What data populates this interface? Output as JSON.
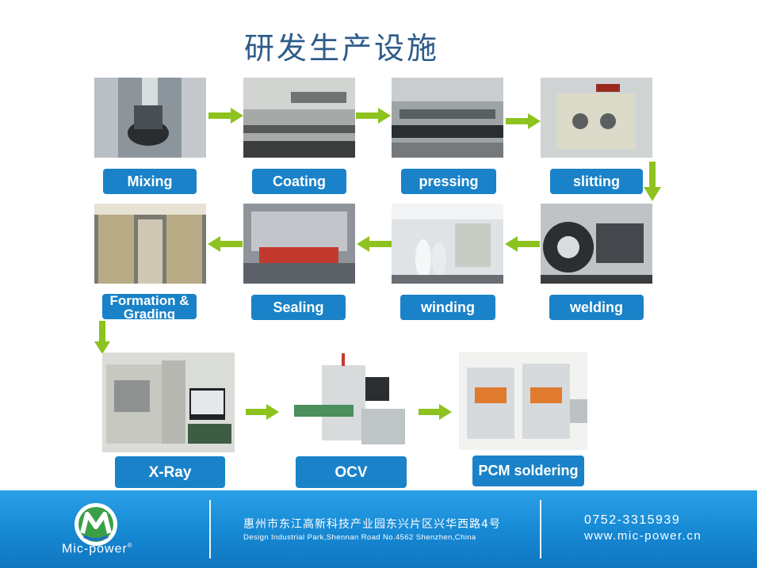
{
  "title": "研发生产设施",
  "steps": [
    {
      "id": "mixing",
      "label": "Mixing"
    },
    {
      "id": "coating",
      "label": "Coating"
    },
    {
      "id": "pressing",
      "label": "pressing"
    },
    {
      "id": "slitting",
      "label": "slitting"
    },
    {
      "id": "welding",
      "label": "welding"
    },
    {
      "id": "winding",
      "label": "winding"
    },
    {
      "id": "sealing",
      "label": "Sealing"
    },
    {
      "id": "formation",
      "label": "Formation & Grading"
    },
    {
      "id": "xray",
      "label": "X-Ray"
    },
    {
      "id": "ocv",
      "label": "OCV"
    },
    {
      "id": "pcm",
      "label": "PCM soldering"
    }
  ],
  "footer": {
    "brand": "Mic-power",
    "brand_mark": "®",
    "address_cn": "惠州市东江高新科技产业园东兴片区兴华西路4号",
    "address_en": "Design Industrial Park,Shennan Road No.4562 Shenzhen,China",
    "phone": "0752-3315939",
    "website": "www.mic-power.cn"
  },
  "colors": {
    "title": "#2e5c8a",
    "label_bg": "#1a82c8",
    "arrow": "#8dc21f",
    "footer_bg": "#1688d3"
  }
}
